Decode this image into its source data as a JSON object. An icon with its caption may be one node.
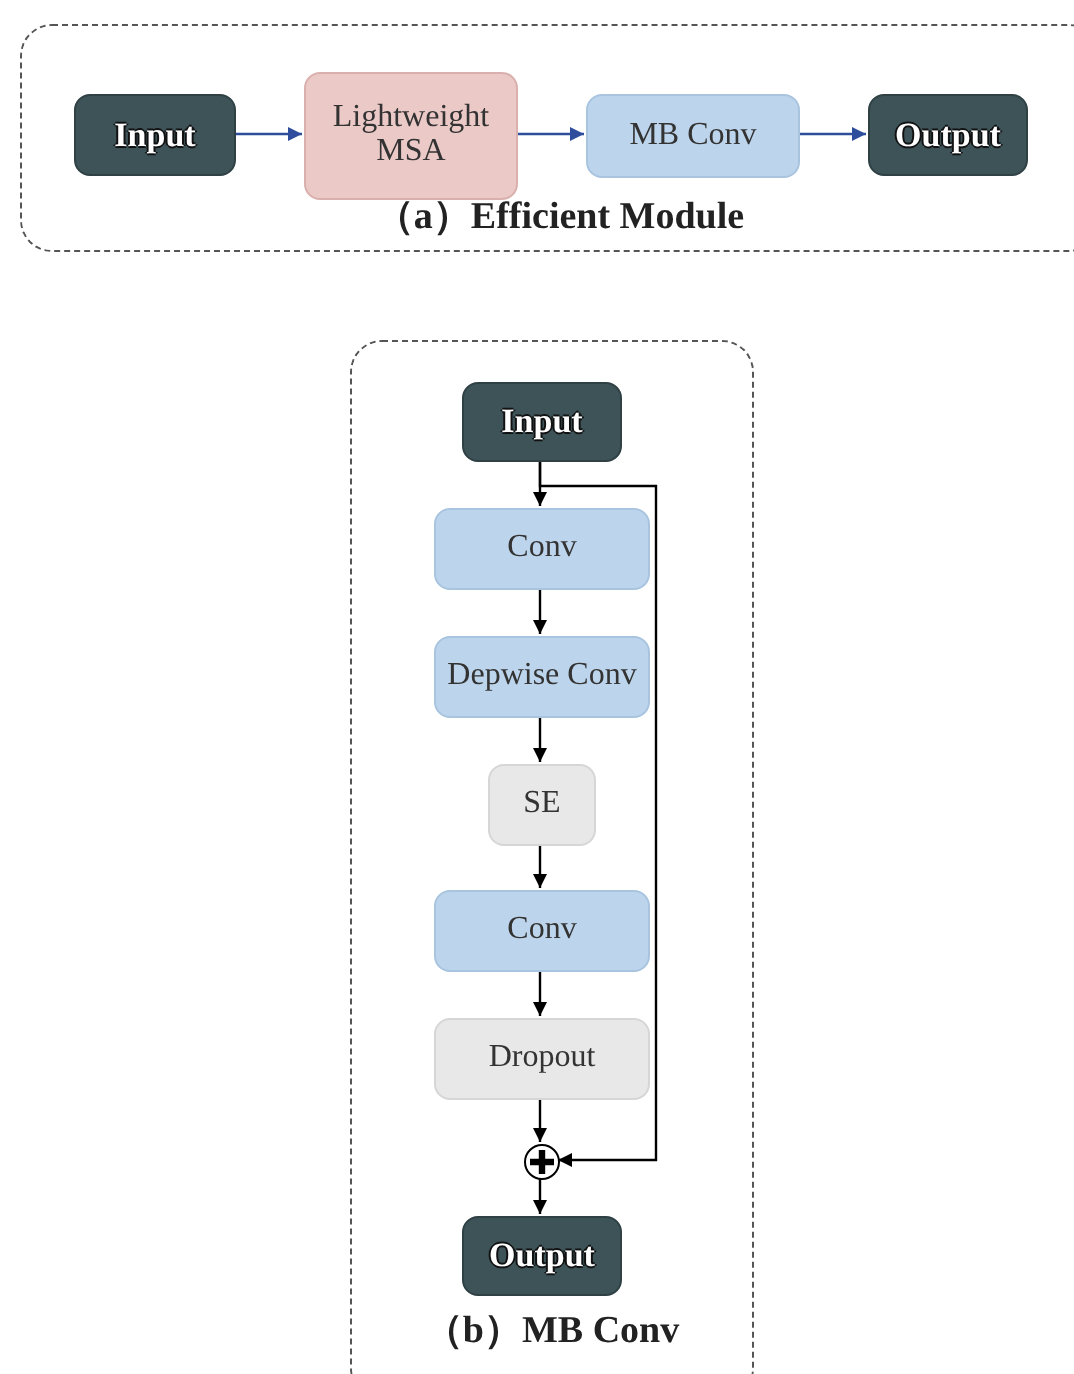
{
  "diagram": {
    "nodes": [
      {
        "text": [
          "（a）Efficient Module"
        ]
      },
      {
        "text": [
          "Input"
        ],
        "in": 0
      },
      {
        "text": [
          "Lightweight MSA"
        ],
        "in": 0
      },
      {
        "text": [
          "MB Conv"
        ],
        "in": 0
      },
      {
        "text": [
          "Output"
        ],
        "in": 0
      },
      {
        "text": [
          "（b）MB Conv"
        ]
      },
      {
        "text": [
          "Input"
        ],
        "in": 5
      },
      {
        "text": [
          "Conv"
        ],
        "in": 5
      },
      {
        "text": [
          "Depwise Conv"
        ],
        "in": 5
      },
      {
        "text": [
          "SE"
        ],
        "in": 5
      },
      {
        "text": [
          "Conv"
        ],
        "in": 5
      },
      {
        "text": [
          "Dropout"
        ],
        "in": 5
      },
      {
        "text": [],
        "shape": "circle",
        "in": 5
      },
      {
        "text": [
          "Output"
        ],
        "in": 5
      }
    ],
    "edges": [
      {
        "from": 1,
        "to": 2,
        "arrow": "to",
        "color": "#2e4d9c"
      },
      {
        "from": 2,
        "to": 3,
        "arrow": "to",
        "color": "#2e4d9c"
      },
      {
        "from": 3,
        "to": 4,
        "arrow": "to",
        "color": "#2e4d9c"
      },
      {
        "from": 6,
        "to": 7,
        "arrow": "to"
      },
      {
        "from": 7,
        "to": 8,
        "arrow": "to"
      },
      {
        "from": 8,
        "to": 9,
        "arrow": "to"
      },
      {
        "from": 9,
        "to": 10,
        "arrow": "to"
      },
      {
        "from": 10,
        "to": 11,
        "arrow": "to"
      },
      {
        "from": 11,
        "to": 12,
        "arrow": "to"
      },
      {
        "from": 12,
        "to": 13,
        "arrow": "to"
      },
      {
        "from": 6,
        "to": 12,
        "arrow": "to"
      }
    ]
  }
}
